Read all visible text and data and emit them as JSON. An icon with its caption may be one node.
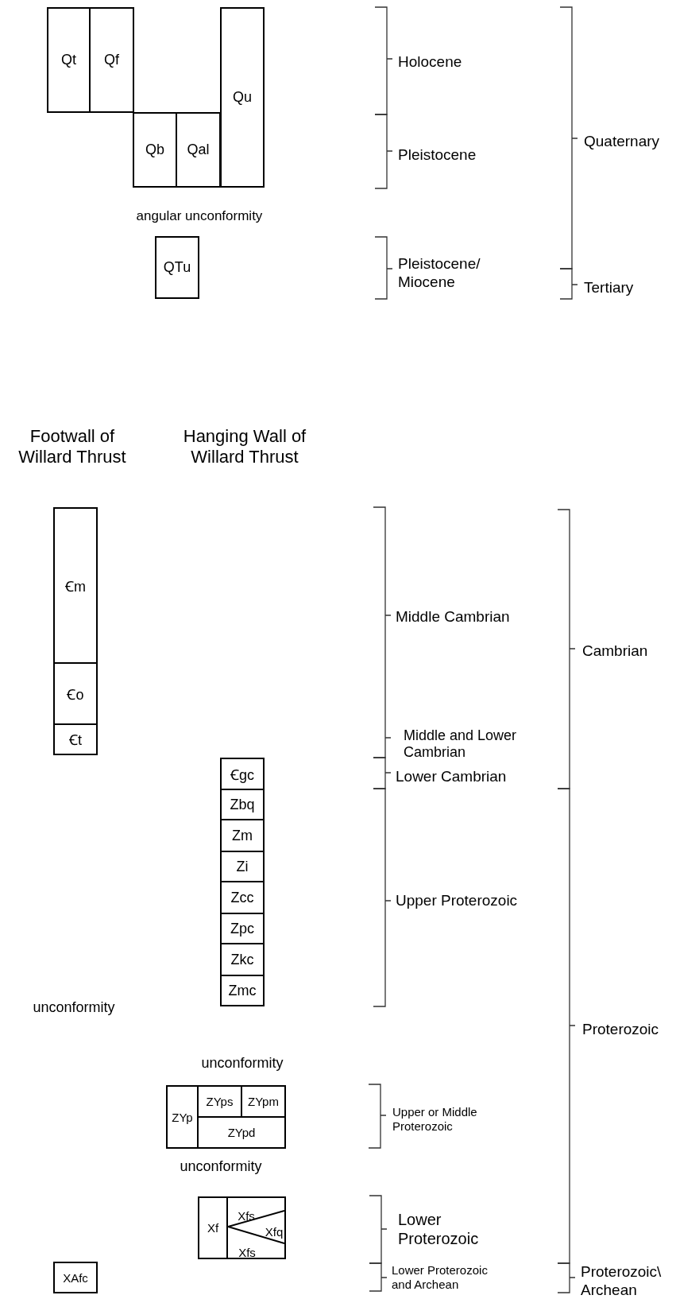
{
  "diagram": {
    "nodes": [
      {
        "text": [
          "Qt"
        ]
      },
      {
        "text": [
          "Qf"
        ]
      },
      {
        "text": [
          "Qb"
        ]
      },
      {
        "text": [
          "Qal"
        ]
      },
      {
        "text": [
          "Qu"
        ]
      },
      {
        "text": [
          "QTu"
        ]
      },
      {
        "text": [
          "Ꞓm"
        ]
      },
      {
        "text": [
          "Ꞓo"
        ]
      },
      {
        "text": [
          "Ꞓt"
        ]
      },
      {
        "text": [
          "Ꞓgc"
        ]
      },
      {
        "text": [
          "Zbq"
        ]
      },
      {
        "text": [
          "Zm"
        ]
      },
      {
        "text": [
          "Zi"
        ]
      },
      {
        "text": [
          "Zcc"
        ]
      },
      {
        "text": [
          "Zpc"
        ]
      },
      {
        "text": [
          "Zkc"
        ]
      },
      {
        "text": [
          "Zmc"
        ]
      },
      {
        "text": [
          "ZYp"
        ]
      },
      {
        "text": [
          "ZYps"
        ]
      },
      {
        "text": [
          "ZYpm"
        ]
      },
      {
        "text": [
          "ZYpd"
        ]
      },
      {
        "text": [
          "Xf"
        ]
      },
      {
        "text": [
          "Xfs",
          "Xfq",
          "Xfs"
        ]
      },
      {
        "text": [
          "XAfc"
        ]
      }
    ],
    "labels": [
      "Holocene",
      "Quaternary",
      "Pleistocene",
      "angular unconformity",
      "Pleistocene/ Miocene",
      "Tertiary",
      "Footwall of Willard Thrust",
      "Hanging Wall of Willard Thrust",
      "Middle Cambrian",
      "Cambrian",
      "Middle and Lower Cambrian",
      "Lower Cambrian",
      "Upper Proterozoic",
      "unconformity",
      "Proterozoic",
      "unconformity",
      "Upper or Middle Proterozoic",
      "unconformity",
      "Lower Proterozoic",
      "Lower Proterozoic and Archean",
      "Proterozoic\\ Archean"
    ]
  }
}
